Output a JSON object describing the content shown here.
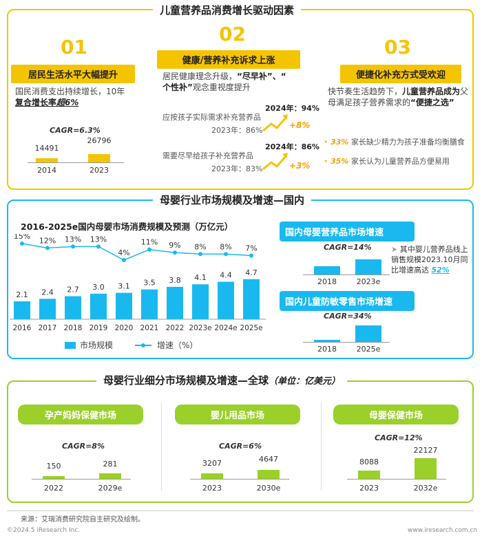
{
  "panel1": {
    "title": "儿童营养品消费增长驱动因素",
    "col1": {
      "num": "01",
      "banner": "居民生活水平大幅提升",
      "text_a": "国民消费支出持续增长，10年",
      "text_b": "复合增长率",
      "text_c": "超6%",
      "cagr": "CAGR=6.3%",
      "chart_data": {
        "type": "bar",
        "categories": [
          "2014",
          "2023"
        ],
        "values": [
          14491,
          26796
        ]
      }
    },
    "col2": {
      "num": "02",
      "banner": "健康/营养补充诉求上涨",
      "text_a": "居民健康理念升级，",
      "text_b": "“尽早补”、“",
      "text_c": "个性补”",
      "text_d": "观念重视度提升",
      "item1_label": "应按孩子实际需求补充营养品",
      "item1_2024": "2024年：94%",
      "item1_2023": "2023年：86%",
      "item1_delta": "+8%",
      "item2_label": "需要尽早给孩子补充营养品",
      "item2_2024": "2024年：86%",
      "item2_2023": "2023年：83%",
      "item2_delta": "+3%"
    },
    "col3": {
      "num": "03",
      "banner": "便捷化补充方式受欢迎",
      "text_a": "快节奏生活趋势下，",
      "text_b": "儿童营养品成为",
      "text_c": "父母满足孩子营养需求的",
      "text_d": "“便捷之选”",
      "stat1_pct": "33%",
      "stat1_text": "家长缺少精力为孩子准备均衡膳食",
      "stat2_pct": "35%",
      "stat2_text": "家长认为儿童营养品方便易用"
    }
  },
  "panel2": {
    "title": "母婴行业市场规模及增速—国内",
    "chart_title": "2016-2025e国内母婴市场消费规模及预测（万亿元）",
    "legend_bar": "市场规模",
    "legend_line": "增速（%）",
    "chart_data": {
      "type": "bar",
      "categories": [
        "2016",
        "2017",
        "2018",
        "2019",
        "2020",
        "2021",
        "2022",
        "2023e",
        "2024e",
        "2025e"
      ],
      "series": [
        {
          "name": "市场规模",
          "values": [
            2.1,
            2.4,
            2.7,
            3.0,
            3.1,
            3.5,
            3.8,
            4.1,
            4.4,
            4.7
          ]
        },
        {
          "name": "增速（%）",
          "values": [
            15,
            12,
            13,
            13,
            4,
            11,
            9,
            8,
            8,
            7
          ]
        }
      ],
      "value_labels": [
        "2.1",
        "2.4",
        "2.7",
        "3.0",
        "3.1",
        "3.5",
        "3.8",
        "4.1",
        "4.4",
        "4.7"
      ],
      "rate_labels": [
        "15%",
        "12%",
        "13%",
        "13%",
        "4%",
        "11%",
        "9%",
        "8%",
        "8%",
        "7%"
      ]
    },
    "sub1": {
      "banner": "国内母婴营养品市场增速",
      "cagr": "CAGR=14%",
      "categories": [
        "2018",
        "2023e"
      ],
      "note_a": "其中婴儿营养品线上销售规模2023.10月同比增速高达",
      "note_pct": "52%"
    },
    "sub2": {
      "banner": "国内儿童防敏零售市场增速",
      "cagr": "CAGR=34%",
      "categories": [
        "2018",
        "2025e"
      ]
    }
  },
  "panel3": {
    "title": "母婴行业细分市场规模及增速—全球",
    "unit": "（单位：亿美元）",
    "groups": [
      {
        "banner": "孕产妈妈保健市场",
        "cagr": "CAGR=8%",
        "labels": [
          "150",
          "281"
        ],
        "categories": [
          "2022",
          "2029e"
        ]
      },
      {
        "banner": "婴儿用品市场",
        "cagr": "CAGR=6%",
        "labels": [
          "3207",
          "4647"
        ],
        "categories": [
          "2023",
          "2030e"
        ]
      },
      {
        "banner": "母婴保健市场",
        "cagr": "CAGR=12%",
        "labels": [
          "8088",
          "22127"
        ],
        "categories": [
          "2023",
          "2032e"
        ]
      }
    ]
  },
  "footer": {
    "source": "来源：艾瑞消费研究院自主研究及绘制。",
    "copyright": "©2024.5 iResearch Inc.",
    "url": "www.iresearch.com.cn"
  },
  "colors": {
    "yellow": "#f5c400",
    "blue": "#19b9ef",
    "green": "#9bcf2a"
  }
}
